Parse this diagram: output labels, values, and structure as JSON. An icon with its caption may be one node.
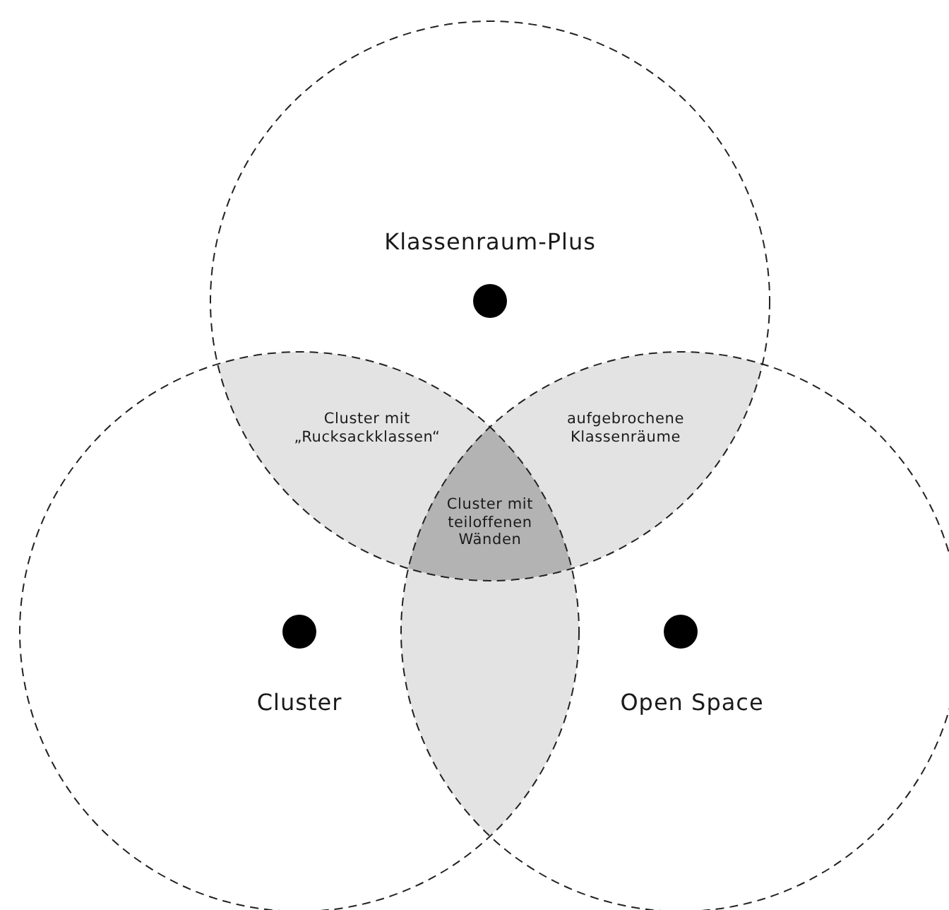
{
  "diagram": {
    "nodes": [
      {
        "text": [
          "Klassenraum-Plus"
        ]
      },
      {
        "text": [
          "Cluster"
        ]
      },
      {
        "text": [
          "Open Space"
        ]
      },
      {
        "text": [
          "Cluster mit „Rucksackklassen“"
        ]
      },
      {
        "text": [
          "aufgebrochene Klassenräume"
        ]
      },
      {
        "text": [],
        "shape": "lens"
      },
      {
        "text": [
          "Cluster mit teiloffenen Wänden"
        ]
      }
    ]
  }
}
